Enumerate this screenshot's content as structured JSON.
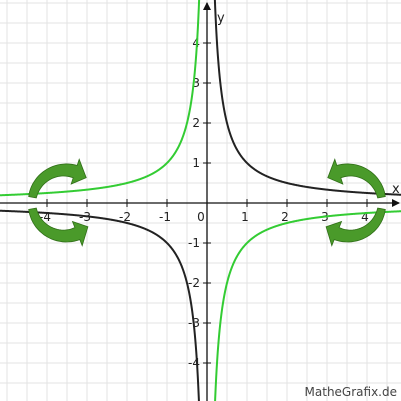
{
  "chart_data": {
    "type": "line",
    "xlabel": "x",
    "ylabel": "y",
    "xlim": [
      -5,
      5
    ],
    "ylim": [
      -5,
      5
    ],
    "grid": true,
    "xticks": [
      -4,
      -3,
      -2,
      -1,
      0,
      1,
      2,
      3,
      4
    ],
    "yticks": [
      -4,
      -3,
      -2,
      -1,
      1,
      2,
      3,
      4
    ],
    "series": [
      {
        "function": "1/x",
        "color": "#222222"
      },
      {
        "function": "-1/x",
        "color": "#33cc33"
      }
    ],
    "annotations": [
      {
        "type": "rotation-arrows",
        "center": [
          -3.6,
          0
        ],
        "color": "#4a9a2a"
      },
      {
        "type": "rotation-arrows",
        "center": [
          3.6,
          0
        ],
        "color": "#4a9a2a"
      }
    ]
  },
  "credit": "MatheGrafix.de"
}
